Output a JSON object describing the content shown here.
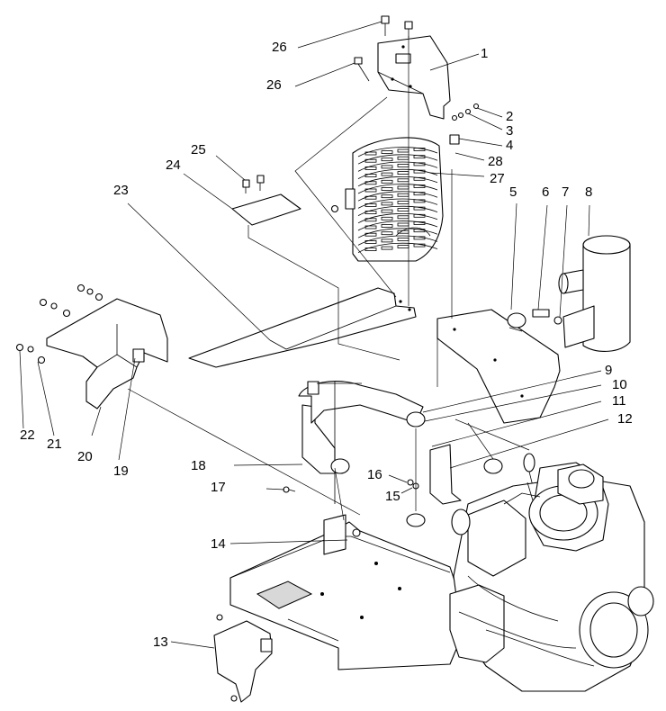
{
  "callouts": {
    "c1": "1",
    "c2": "2",
    "c3": "3",
    "c4": "4",
    "c5": "5",
    "c6": "6",
    "c7": "7",
    "c8": "8",
    "c9": "9",
    "c10": "10",
    "c11": "11",
    "c12": "12",
    "c13": "13",
    "c14": "14",
    "c15": "15",
    "c16": "16",
    "c17": "17",
    "c18": "18",
    "c19": "19",
    "c20": "20",
    "c21": "21",
    "c22": "22",
    "c23": "23",
    "c24": "24",
    "c25": "25",
    "c26a": "26",
    "c26b": "26",
    "c27": "27",
    "c28": "28"
  }
}
